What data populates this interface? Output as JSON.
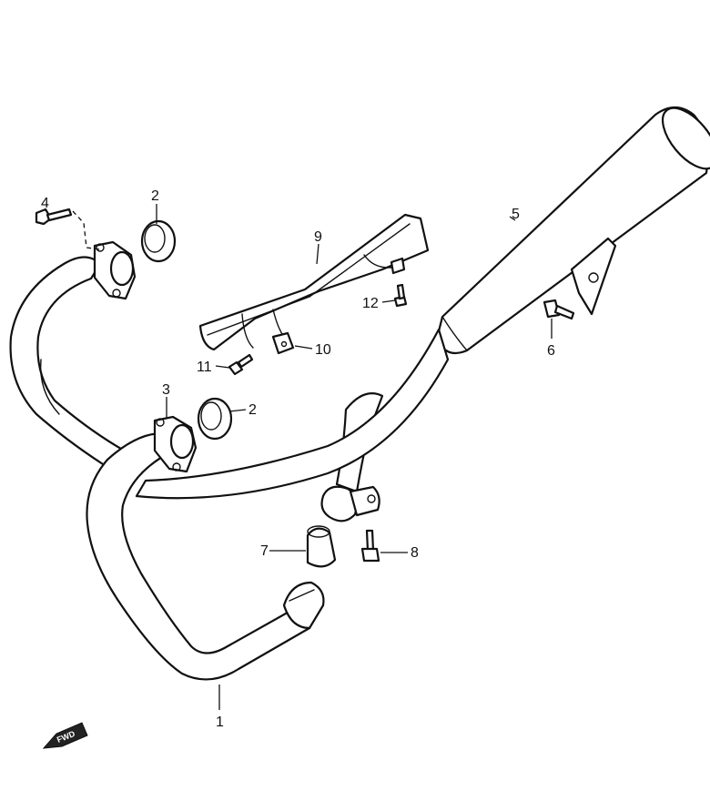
{
  "diagram": {
    "callouts": [
      {
        "id": "c1",
        "text": "1"
      },
      {
        "id": "c2a",
        "text": "2"
      },
      {
        "id": "c2b",
        "text": "2"
      },
      {
        "id": "c3",
        "text": "3"
      },
      {
        "id": "c4",
        "text": "4"
      },
      {
        "id": "c5",
        "text": "5"
      },
      {
        "id": "c6",
        "text": "6"
      },
      {
        "id": "c7",
        "text": "7"
      },
      {
        "id": "c8",
        "text": "8"
      },
      {
        "id": "c9",
        "text": "9"
      },
      {
        "id": "c10",
        "text": "10"
      },
      {
        "id": "c11",
        "text": "11"
      },
      {
        "id": "c12",
        "text": "12"
      }
    ],
    "direction_badge": {
      "text": "FWD"
    }
  }
}
